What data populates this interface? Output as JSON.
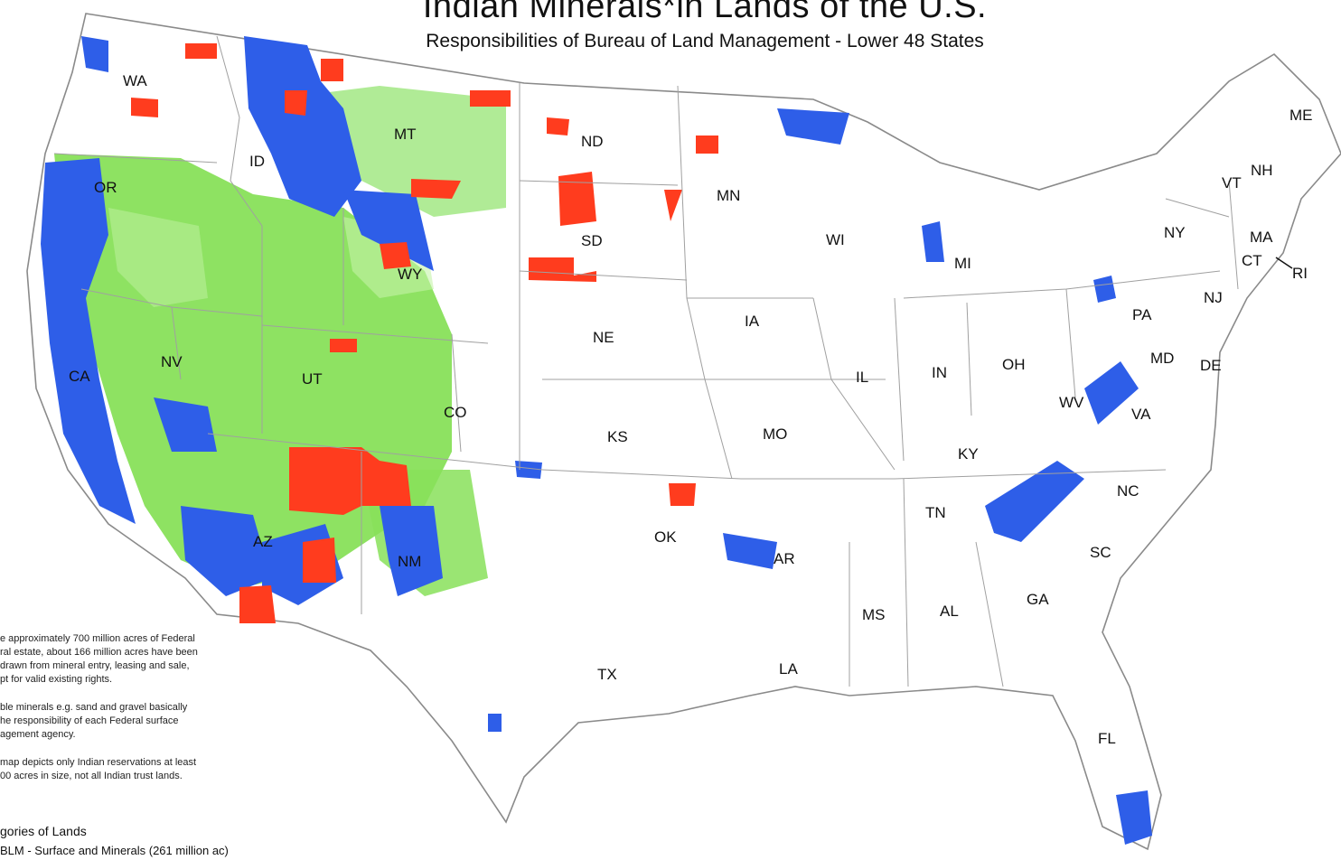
{
  "header": {
    "title": "Indian Minerals*in Lands of the U.S.",
    "subtitle": "Responsibilities of Bureau of Land Management - Lower 48 States"
  },
  "notes": [
    "e approximately 700 million acres of Federal\nral estate, about 166 million acres have been\ndrawn from mineral entry, leasing and sale,\npt for valid existing rights.",
    "ble minerals e.g. sand and gravel basically\nhe responsibility of each Federal surface\nagement agency.",
    "map depicts only Indian reservations at least\n00 acres in size, not all Indian trust lands."
  ],
  "legend": {
    "title": "gories of Lands",
    "items": [
      "BLM - Surface and Minerals (261 million ac)"
    ]
  },
  "colors": {
    "blm_surface_minerals": "#88e05a",
    "federal_minerals": "#2e5ee8",
    "indian_lands": "#ff3c1e",
    "state_borders": "#9a9a9a"
  },
  "states": [
    "WA",
    "OR",
    "CA",
    "ID",
    "NV",
    "MT",
    "WY",
    "UT",
    "CO",
    "AZ",
    "NM",
    "ND",
    "SD",
    "NE",
    "KS",
    "OK",
    "TX",
    "MN",
    "IA",
    "MO",
    "AR",
    "LA",
    "WI",
    "IL",
    "MI",
    "IN",
    "OH",
    "KY",
    "TN",
    "MS",
    "AL",
    "GA",
    "FL",
    "SC",
    "NC",
    "VA",
    "WV",
    "PA",
    "NY",
    "VT",
    "NH",
    "ME",
    "MA",
    "CT",
    "RI",
    "NJ",
    "DE",
    "MD"
  ]
}
